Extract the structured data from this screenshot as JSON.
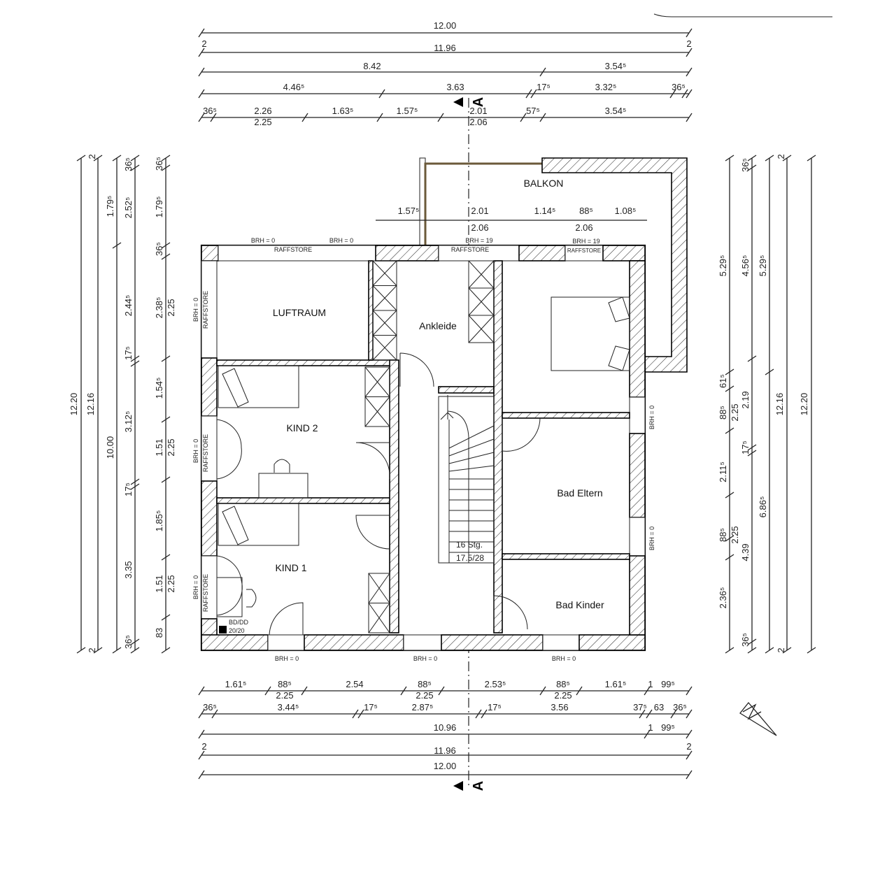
{
  "rooms": {
    "balkon": "BALKON",
    "luftraum": "LUFTRAUM",
    "ankleide": "Ankleide",
    "kind2": "KIND 2",
    "kind1": "KIND 1",
    "bad_eltern": "Bad Eltern",
    "bad_kinder": "Bad Kinder"
  },
  "stairs": {
    "steps": "16 Stg.",
    "ratio": "17.5/28"
  },
  "chimney": {
    "label": "BD/DD",
    "size": "20/20"
  },
  "section_marker": "A",
  "window_labels": {
    "brh0": "BRH = 0",
    "brh19": "BRH = 19",
    "raffstore": "RAFFSTORE"
  },
  "balcony_dims": [
    "1.57⁵",
    "2.01",
    "2.06",
    "1.14⁵",
    "88⁵",
    "2.06",
    "1.08⁵"
  ],
  "dimensions": {
    "top": [
      [
        "12.00"
      ],
      [
        "2",
        "11.96",
        "2"
      ],
      [
        "8.42",
        "3.54⁵"
      ],
      [
        "4.46⁵",
        "3.63",
        "17⁵",
        "3.32⁵",
        "36⁵"
      ],
      [
        "36⁵",
        "2.26",
        "2.25",
        "1.63⁵",
        "1.57⁵",
        "2.01",
        "2.06",
        "57⁵",
        "3.54⁵"
      ]
    ],
    "left": [
      [
        "12.20"
      ],
      [
        "2",
        "12.16",
        "2"
      ],
      [
        "1.79⁵",
        "10.00"
      ],
      [
        "36⁵",
        "2.52⁵",
        "2.44⁵",
        "17⁵",
        "3.12⁵",
        "17⁵",
        "3.35",
        "36⁵"
      ],
      [
        "36⁵",
        "1.79⁵",
        "36⁵",
        "2.38⁵",
        "2.25",
        "1.54⁵",
        "1.51",
        "2.25",
        "1.85⁵",
        "1.51",
        "2.25",
        "83"
      ]
    ],
    "right": [
      [
        "5.29⁵",
        "61⁵",
        "88⁵",
        "2.25",
        "2.11⁵",
        "88⁵",
        "2.25",
        "2.36⁵"
      ],
      [
        "36⁵",
        "4.56⁵",
        "2.19",
        "17⁵",
        "4.39",
        "36⁵"
      ],
      [
        "5.29⁵",
        "6.86⁵"
      ],
      [
        "2",
        "12.16",
        "2"
      ],
      [
        "12.20"
      ]
    ],
    "bottom": [
      [
        "1.61⁵",
        "88⁵",
        "2.25",
        "2.54",
        "88⁵",
        "2.25",
        "2.53⁵",
        "88⁵",
        "2.25",
        "1.61⁵",
        "1",
        "99⁵"
      ],
      [
        "36⁵",
        "3.44⁵",
        "17⁵",
        "2.87⁵",
        "17⁵",
        "3.56",
        "37⁵",
        "63",
        "36⁵"
      ],
      [
        "10.96",
        "1",
        "99⁵"
      ],
      [
        "2",
        "11.96",
        "2"
      ],
      [
        "12.00"
      ]
    ]
  },
  "colors": {
    "railing": "#6b5a3a",
    "line": "#222222"
  }
}
